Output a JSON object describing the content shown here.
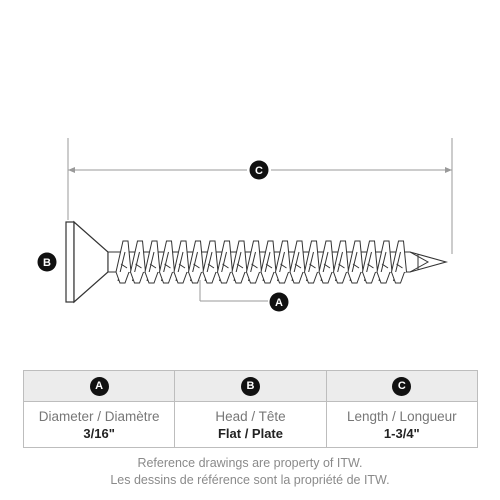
{
  "diagram": {
    "callouts": {
      "a": "A",
      "b": "B",
      "c": "C"
    }
  },
  "spec_table": {
    "columns": [
      {
        "badge": "A",
        "label": "Diameter / Diamètre",
        "value": "3/16\""
      },
      {
        "badge": "B",
        "label": "Head / Tête",
        "value": "Flat / Plate"
      },
      {
        "badge": "C",
        "label": "Length / Longueur",
        "value": "1-3/4\""
      }
    ]
  },
  "footer": {
    "line1": "Reference drawings are property of ITW.",
    "line2": "Les dessins de référence sont la propriété de ITW."
  },
  "colors": {
    "badge": "#111111",
    "line": "#333333",
    "dimension_line": "#999999",
    "table_header": "#ececec",
    "muted_text": "#8a8a8a"
  }
}
